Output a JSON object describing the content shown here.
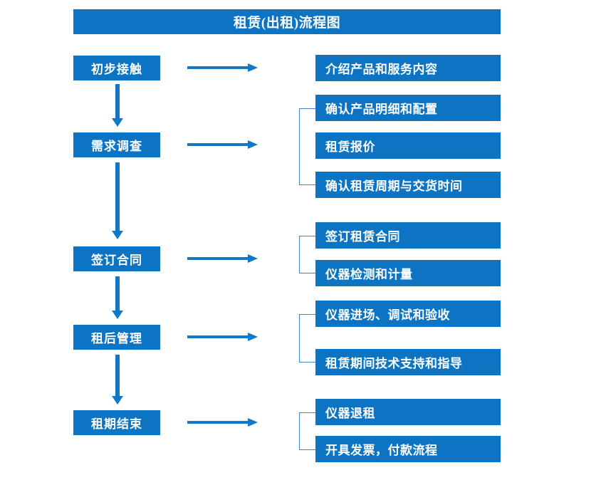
{
  "diagram": {
    "title": "租赁(出租)流程图",
    "accent_color": "#0d74c4",
    "arrow_color": "#1177c8",
    "bracket_color": "#3f84c4",
    "text_color": "#ffffff",
    "background_color": "#ffffff"
  },
  "stages": [
    {
      "label": "初步接触"
    },
    {
      "label": "需求调查"
    },
    {
      "label": "签订合同"
    },
    {
      "label": "租后管理"
    },
    {
      "label": "租期结束"
    }
  ],
  "details": {
    "group1": [
      {
        "label": "介绍产品和服务内容"
      }
    ],
    "group2": [
      {
        "label": "确认产品明细和配置"
      },
      {
        "label": "租赁报价"
      },
      {
        "label": "确认租赁周期与交货时间"
      }
    ],
    "group3": [
      {
        "label": "签订租赁合同"
      },
      {
        "label": "仪器检测和计量"
      }
    ],
    "group4": [
      {
        "label": "仪器进场、调试和验收"
      },
      {
        "label": "租赁期间技术支持和指导"
      }
    ],
    "group5": [
      {
        "label": "仪器退租"
      },
      {
        "label": "开具发票，付款流程"
      }
    ]
  }
}
